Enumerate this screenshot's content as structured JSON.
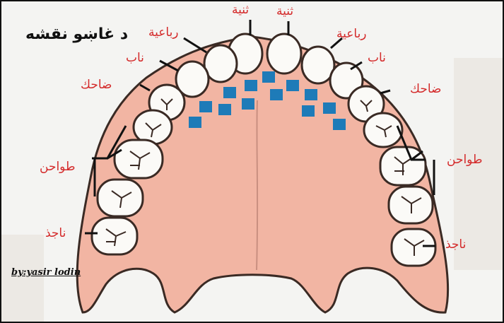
{
  "title": "د غاښو نقشه",
  "credit": "by:yasir lodin",
  "labels": {
    "incisor_left": "ثنية",
    "incisor_right": "ثنية",
    "lateral_left": "رباعية",
    "lateral_right": "رباعية",
    "canine_left": "ناب",
    "canine_right": "ناب",
    "premolar_left": "ضاحك",
    "premolar_right": "ضاحك",
    "molars_left": "طواحن",
    "molars_right": "طواحن",
    "wisdom_left": "ناجذ",
    "wisdom_right": "ناجذ"
  },
  "colors": {
    "palate": "#f2b5a3",
    "outline": "#3a2a24",
    "tooth": "#fbfaf7",
    "label": "#d42a2a",
    "marker": "#1e7bb8"
  }
}
